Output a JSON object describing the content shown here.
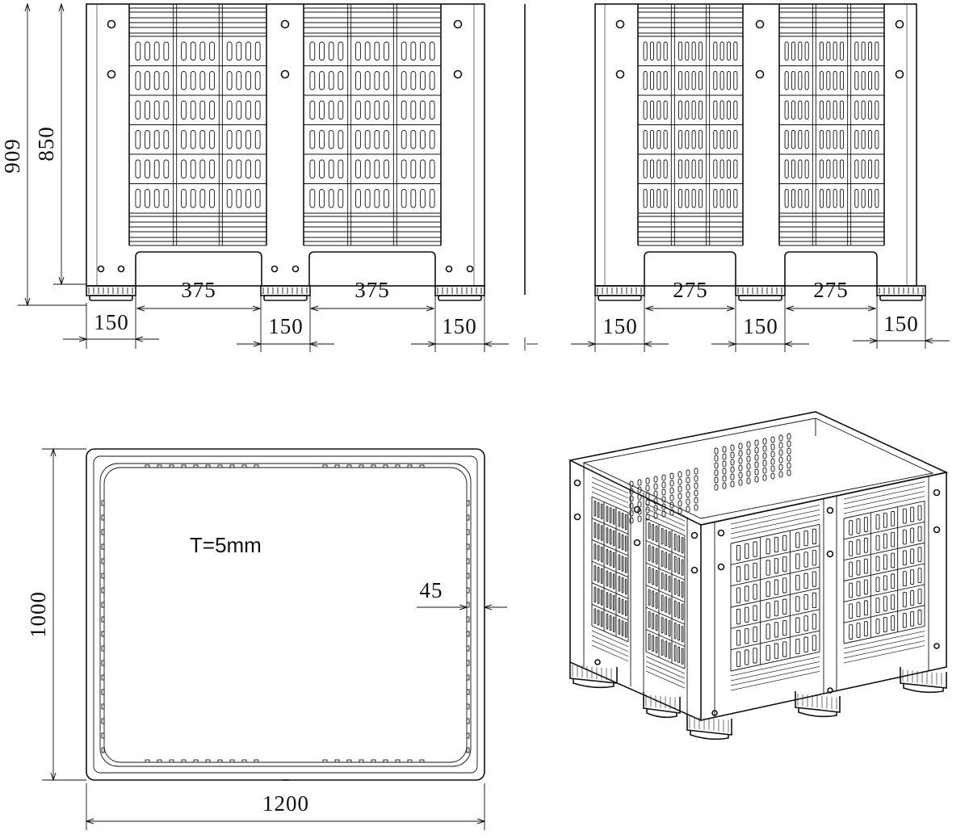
{
  "views": {
    "front": {
      "dims": {
        "total_height": "909",
        "body_height": "850",
        "opening_left": "375",
        "opening_right": "375",
        "foot_left": "150",
        "foot_mid": "150",
        "foot_right": "150"
      }
    },
    "side": {
      "dims": {
        "opening_left": "275",
        "opening_right": "275",
        "foot_left": "150",
        "foot_mid": "150",
        "foot_right": "150"
      }
    },
    "top": {
      "dims": {
        "width": "1200",
        "depth": "1000",
        "rim": "45"
      },
      "thickness_note": "T=5mm"
    },
    "iso": {}
  }
}
